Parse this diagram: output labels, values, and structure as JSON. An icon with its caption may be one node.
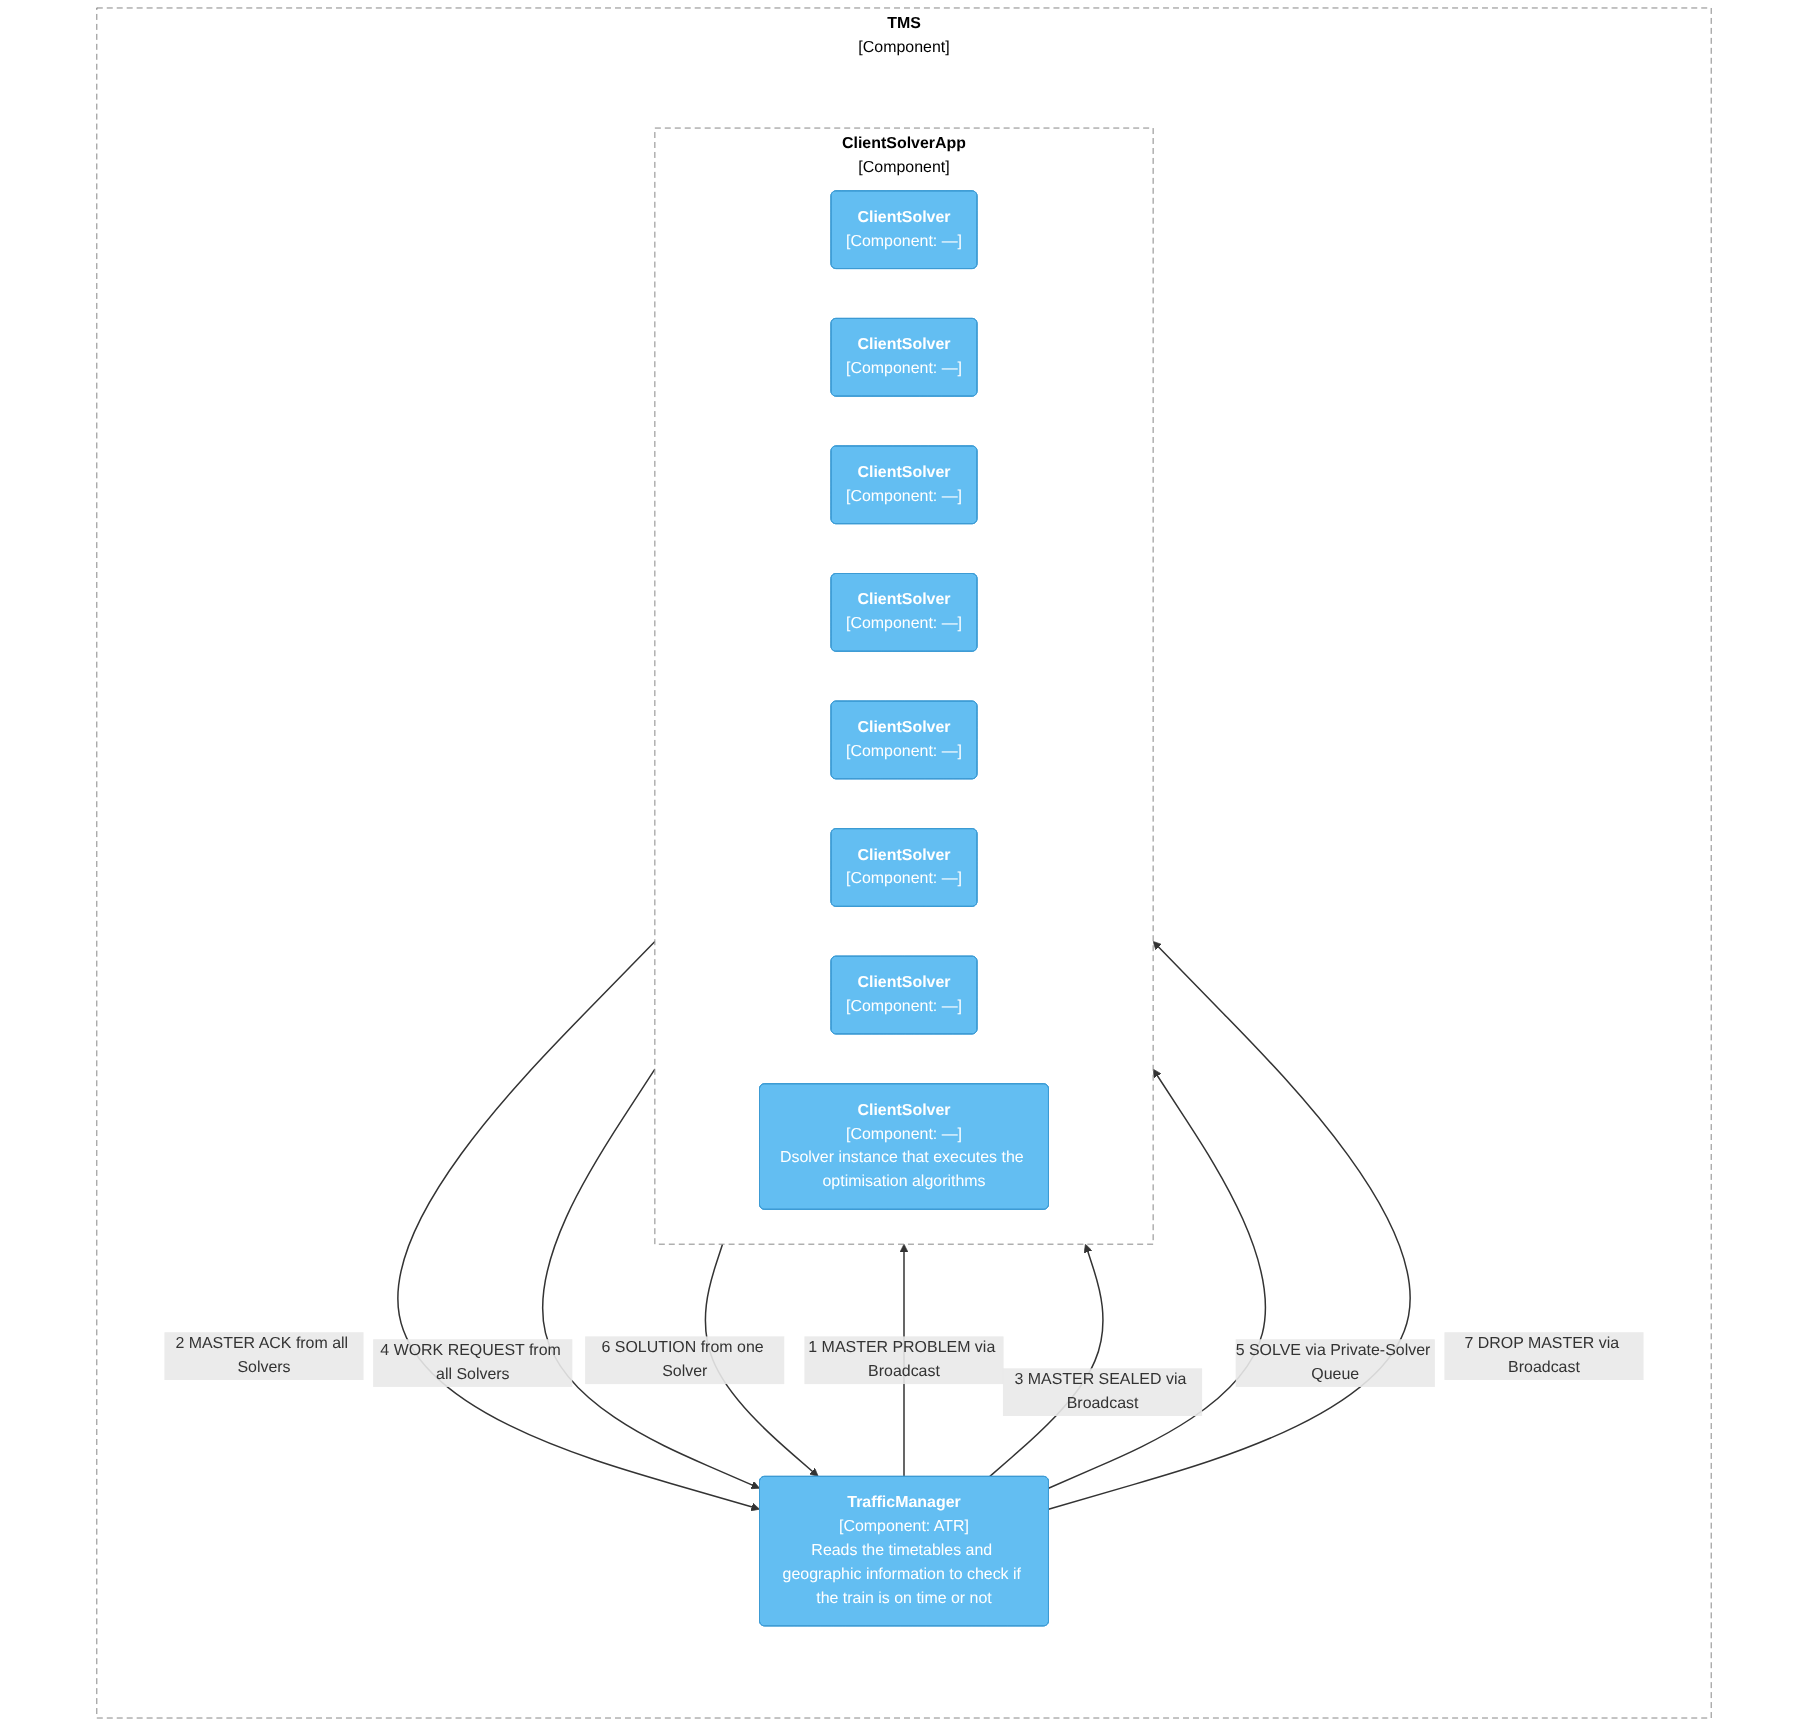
{
  "diagram": {
    "nodes": [
      {
        "text": [
          "TMS",
          "[Component]"
        ]
      },
      {
        "text": [
          "TrafficManager",
          "[Component: ATR]",
          "Reads the timetables and geographic information to check if the train is on time or not"
        ],
        "in": 0
      },
      {
        "text": [
          "ClientSolverApp",
          "[Component]"
        ],
        "in": 0
      },
      {
        "text": [
          "ClientSolver",
          "[Component: —]"
        ],
        "in": 2
      },
      {
        "text": [
          "ClientSolver",
          "[Component: —]"
        ],
        "in": 2
      },
      {
        "text": [
          "ClientSolver",
          "[Component: —]"
        ],
        "in": 2
      },
      {
        "text": [
          "ClientSolver",
          "[Component: —]"
        ],
        "in": 2
      },
      {
        "text": [
          "ClientSolver",
          "[Component: —]"
        ],
        "in": 2
      },
      {
        "text": [
          "ClientSolver",
          "[Component: —]"
        ],
        "in": 2
      },
      {
        "text": [
          "ClientSolver",
          "[Component: —]"
        ],
        "in": 2
      },
      {
        "text": [
          "ClientSolver",
          "[Component: —]",
          "Dsolver instance that executes the optimisation algorithms"
        ],
        "in": 2
      }
    ],
    "edges": [
      {
        "from": 1,
        "to": 2,
        "arrow": "to",
        "label": "1 MASTER PROBLEM via Broadcast"
      },
      {
        "from": 2,
        "to": 1,
        "arrow": "to",
        "label": "2 MASTER ACK from all Solvers"
      },
      {
        "from": 1,
        "to": 2,
        "arrow": "to",
        "label": "3 MASTER SEALED via Broadcast"
      },
      {
        "from": 2,
        "to": 1,
        "arrow": "to",
        "label": "4 WORK REQUEST from all Solvers"
      },
      {
        "from": 1,
        "to": 2,
        "arrow": "to",
        "label": "5 SOLVE via Private-Solver Queue"
      },
      {
        "from": 2,
        "to": 1,
        "arrow": "to",
        "label": "6 SOLUTION from one Solver"
      },
      {
        "from": 1,
        "to": 2,
        "arrow": "to",
        "label": "7 DROP MASTER via Broadcast"
      }
    ]
  }
}
